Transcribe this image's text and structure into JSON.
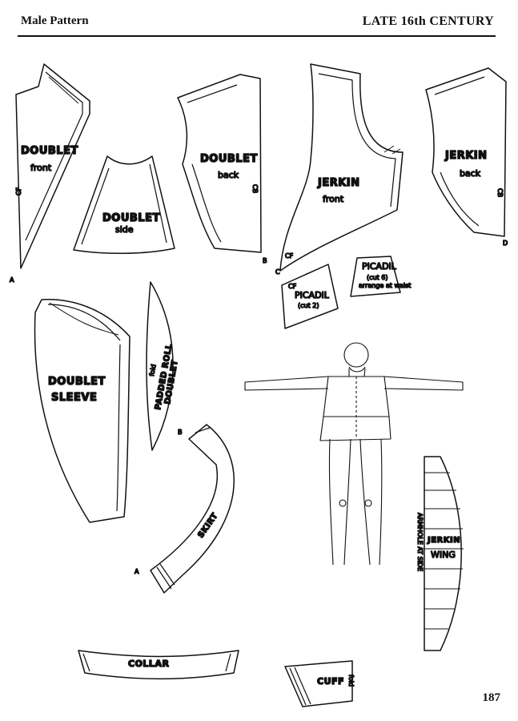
{
  "header": {
    "left": "Male Pattern",
    "right": "LATE 16th CENTURY"
  },
  "page_number": "187",
  "pieces": {
    "doublet_front": {
      "title": "DOUBLET",
      "sub": "front",
      "mark": "CF",
      "point": "A"
    },
    "doublet_side": {
      "title": "DOUBLET",
      "sub": "side"
    },
    "doublet_back": {
      "title": "DOUBLET",
      "sub": "back",
      "mark": "CB",
      "point": "B"
    },
    "jerkin_front": {
      "title": "JERKIN",
      "sub": "front",
      "mark": "CF",
      "point": "C"
    },
    "jerkin_back": {
      "title": "JERKIN",
      "sub": "back",
      "mark": "CB",
      "point": "D"
    },
    "picadil_small": {
      "title": "PICADIL",
      "sub": "(cut 2)",
      "mark": "CF"
    },
    "picadil_large": {
      "title": "PICADIL",
      "sub": "(cut 6)",
      "note": "arrange at waist"
    },
    "doublet_sleeve": {
      "line1": "DOUBLET",
      "line2": "SLEEVE"
    },
    "padded_roll": {
      "line1": "PADDED ROLL",
      "line2": "DOUBLET",
      "fold": "fold"
    },
    "skirt": {
      "title": "SKIRT",
      "top": "B",
      "bottom": "A"
    },
    "jerkin_wing": {
      "title": "JERKIN",
      "sub": "WING",
      "side_note": "ARMHOLE AT SIDE"
    },
    "collar": {
      "title": "COLLAR"
    },
    "cuff": {
      "title": "CUFF",
      "fold": "fold"
    }
  }
}
